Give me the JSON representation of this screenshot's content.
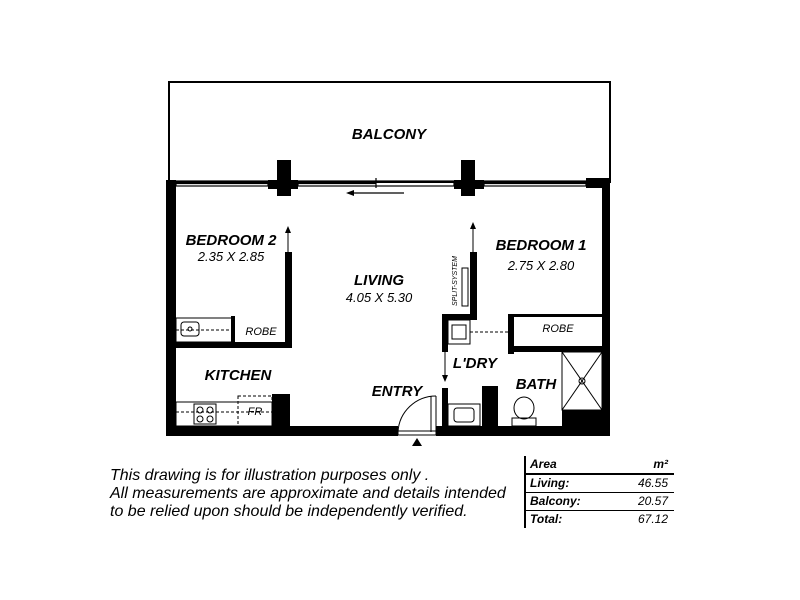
{
  "rooms": {
    "balcony": "BALCONY",
    "bedroom2": {
      "name": "BEDROOM 2",
      "dims": "2.35 X 2.85"
    },
    "bedroom1": {
      "name": "BEDROOM 1",
      "dims": "2.75 X 2.80"
    },
    "living": {
      "name": "LIVING",
      "dims": "4.05 X 5.30"
    },
    "kitchen": "KITCHEN",
    "entry": "ENTRY",
    "laundry": "L'DRY",
    "bath": "BATH",
    "robe_left": "ROBE",
    "robe_right": "ROBE",
    "fridge": "FR",
    "split_system": "SPLIT-SYSTEM"
  },
  "disclaimer": [
    "This drawing is for illustration purposes only .",
    "All measurements are approximate and details intended",
    "to be relied upon should be independently verified."
  ],
  "area_table": {
    "header_label": "Area",
    "header_unit": "m²",
    "rows": [
      {
        "label": "Living:",
        "value": "46.55"
      },
      {
        "label": "Balcony:",
        "value": "20.57"
      },
      {
        "label": "Total:",
        "value": "67.12"
      }
    ]
  }
}
